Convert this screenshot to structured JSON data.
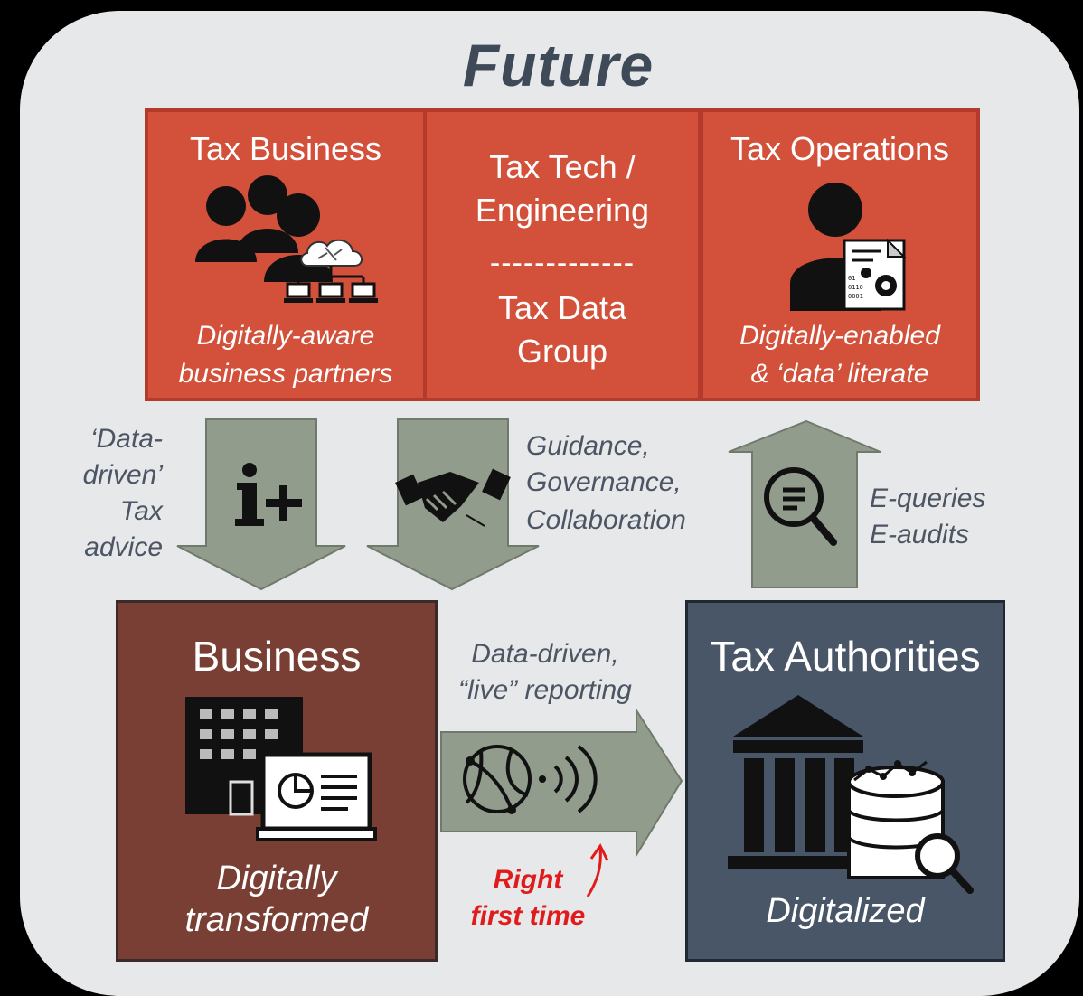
{
  "title": "Future",
  "top_boxes": {
    "tax_business": {
      "title": "Tax Business",
      "subtitle_line1": "Digitally-aware",
      "subtitle_line2": "business partners"
    },
    "tax_tech": {
      "line1": "Tax Tech /",
      "line2": "Engineering",
      "divider": "-------------",
      "line3": "Tax Data",
      "line4": "Group"
    },
    "tax_operations": {
      "title": "Tax Operations",
      "subtitle_line1": "Digitally-enabled",
      "subtitle_line2": "&  ‘data’ literate"
    }
  },
  "flows": {
    "data_driven_advice": [
      "‘Data-",
      "driven’",
      "Tax",
      "advice"
    ],
    "guidance": [
      "Guidance,",
      "Governance,",
      "Collaboration"
    ],
    "equeries": [
      "E-queries",
      "E-audits"
    ],
    "reporting": [
      "Data-driven,",
      "“live” reporting"
    ],
    "right_first_time": [
      "Right",
      "first time"
    ]
  },
  "bottom_boxes": {
    "business": {
      "title": "Business",
      "subtitle_line1": "Digitally",
      "subtitle_line2": "transformed"
    },
    "tax_authorities": {
      "title": "Tax Authorities",
      "subtitle": "Digitalized"
    }
  },
  "icons": [
    "people-network-icon",
    "person-data-icon",
    "information-plus-icon",
    "handshake-icon",
    "search-document-icon",
    "building-laptop-icon",
    "globe-signal-icon",
    "bank-database-icon"
  ],
  "colors": {
    "panel": "#e7e8ea",
    "top_box": "#d3503a",
    "business_box": "#7a3f34",
    "authorities_box": "#495668",
    "arrow": "#919c8c",
    "label_text": "#4c5563",
    "title_text": "#3f4a58",
    "highlight_red": "#e11b1b"
  }
}
